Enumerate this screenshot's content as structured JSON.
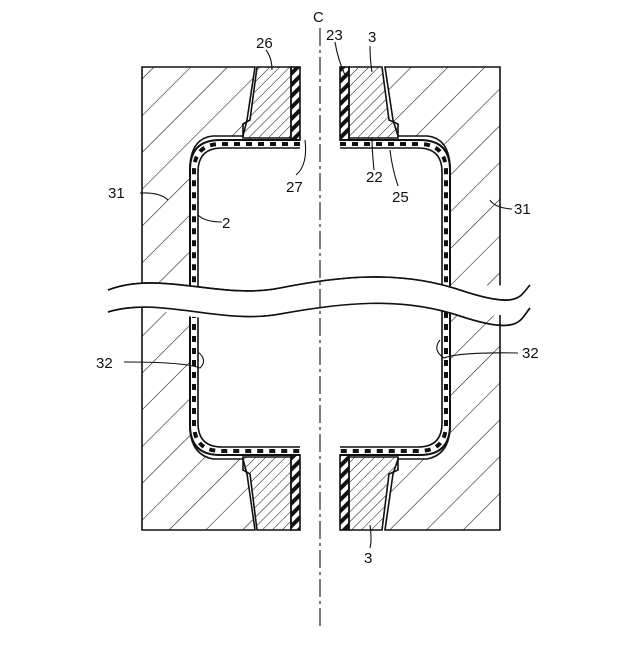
{
  "figure": {
    "axis_label": "C",
    "labels": {
      "ref_26": "26",
      "ref_23": "23",
      "ref_3_top": "3",
      "ref_31_left": "31",
      "ref_31_right": "31",
      "ref_2": "2",
      "ref_27": "27",
      "ref_22": "22",
      "ref_25": "25",
      "ref_32_left": "32",
      "ref_32_right": "32",
      "ref_3_bottom": "3"
    }
  },
  "colors": {
    "line": "#111111",
    "background": "#ffffff"
  }
}
